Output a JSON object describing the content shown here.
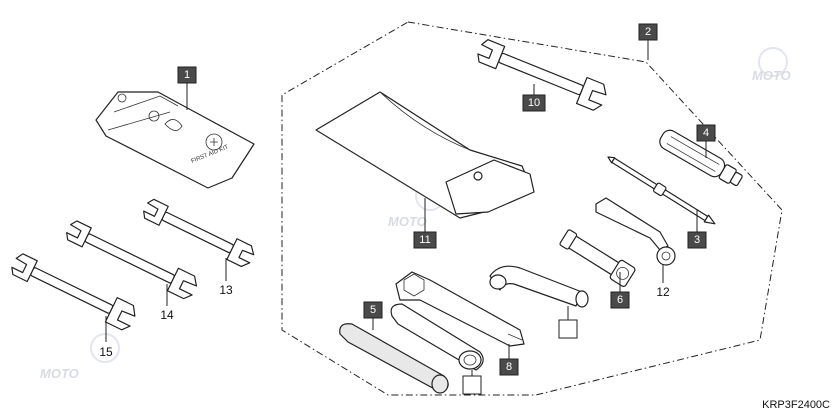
{
  "diagram_code": "KRP3F2400C",
  "watermark_text": "MOTO",
  "first_aid_kit_text": "FIRST AID KIT",
  "callouts": [
    {
      "id": "1",
      "style": "box-dark"
    },
    {
      "id": "2",
      "style": "box-dark"
    },
    {
      "id": "3",
      "style": "box-dark"
    },
    {
      "id": "4",
      "style": "box-dark"
    },
    {
      "id": "5",
      "style": "box-dark"
    },
    {
      "id": "6",
      "style": "box-dark"
    },
    {
      "id": "8",
      "style": "box-dark"
    },
    {
      "id": "10",
      "style": "box-dark"
    },
    {
      "id": "11",
      "style": "box-dark"
    },
    {
      "id": "12",
      "style": "plain"
    },
    {
      "id": "13",
      "style": "plain"
    },
    {
      "id": "14",
      "style": "plain"
    },
    {
      "id": "15",
      "style": "plain"
    },
    {
      "id": "",
      "style": "box-empty"
    },
    {
      "id": "",
      "style": "box-empty"
    }
  ]
}
